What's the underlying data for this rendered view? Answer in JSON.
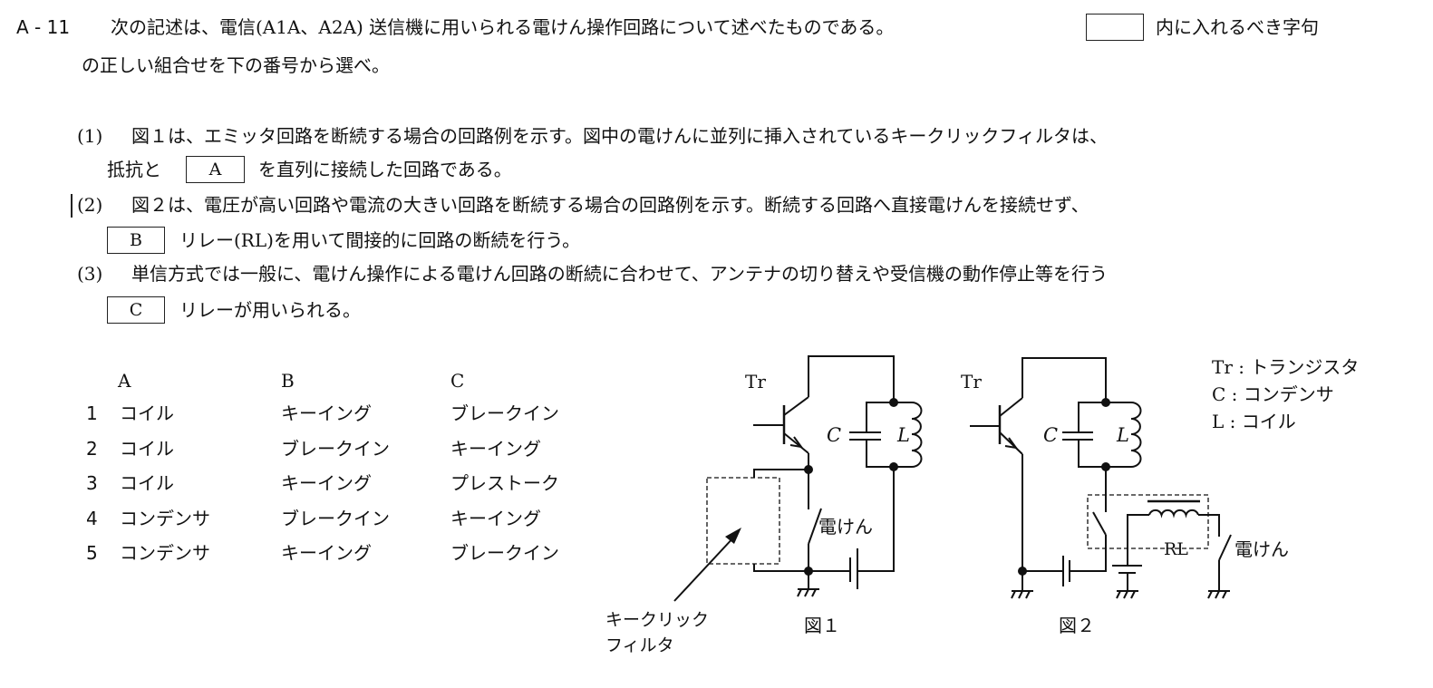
{
  "question": {
    "number": "A - 11",
    "line1": "次の記述は、電信(A1A、A2A) 送信機に用いられる電けん操作回路について述べたものである。",
    "line1_tail": "内に入れるべき字句",
    "line2": "の正しい組合せを下の番号から選べ。"
  },
  "items": [
    {
      "label": "(1)",
      "text": "図１は、エミッタ回路を断続する場合の回路例を示す。図中の電けんに並列に挿入されているキークリックフィルタは、",
      "cont_before": "抵抗と",
      "blank": "A",
      "cont_after": "を直列に接続した回路である。"
    },
    {
      "label": "(2)",
      "text": "図２は、電圧が高い回路や電流の大きい回路を断続する場合の回路例を示す。断続する回路へ直接電けんを接続せず、",
      "blank": "B",
      "cont_after": "リレー(RL)を用いて間接的に回路の断続を行う。"
    },
    {
      "label": "(3)",
      "text": "単信方式では一般に、電けん操作による電けん回路の断続に合わせて、アンテナの切り替えや受信機の動作停止等を行う",
      "blank": "C",
      "cont_after": "リレーが用いられる。"
    }
  ],
  "choices": {
    "headers": [
      "A",
      "B",
      "C"
    ],
    "rows": [
      {
        "num": "1",
        "a": "コイル",
        "b": "キーイング",
        "c": "ブレークイン"
      },
      {
        "num": "2",
        "a": "コイル",
        "b": "ブレークイン",
        "c": "キーイング"
      },
      {
        "num": "3",
        "a": "コイル",
        "b": "キーイング",
        "c": "プレストーク"
      },
      {
        "num": "4",
        "a": "コンデンサ",
        "b": "ブレークイン",
        "c": "キーイング"
      },
      {
        "num": "5",
        "a": "コンデンサ",
        "b": "キーイング",
        "c": "ブレークイン"
      }
    ]
  },
  "figure1": {
    "tr": "Tr",
    "c": "C",
    "l": "L",
    "key": "電けん",
    "filter_line1": "キークリック",
    "filter_line2": "フィルタ",
    "caption": "図１"
  },
  "figure2": {
    "tr": "Tr",
    "c": "C",
    "l": "L",
    "rl": "RL",
    "key": "電けん",
    "caption": "図２"
  },
  "legend": [
    "Tr : トランジスタ",
    "C : コンデンサ",
    "L : コイル"
  ]
}
